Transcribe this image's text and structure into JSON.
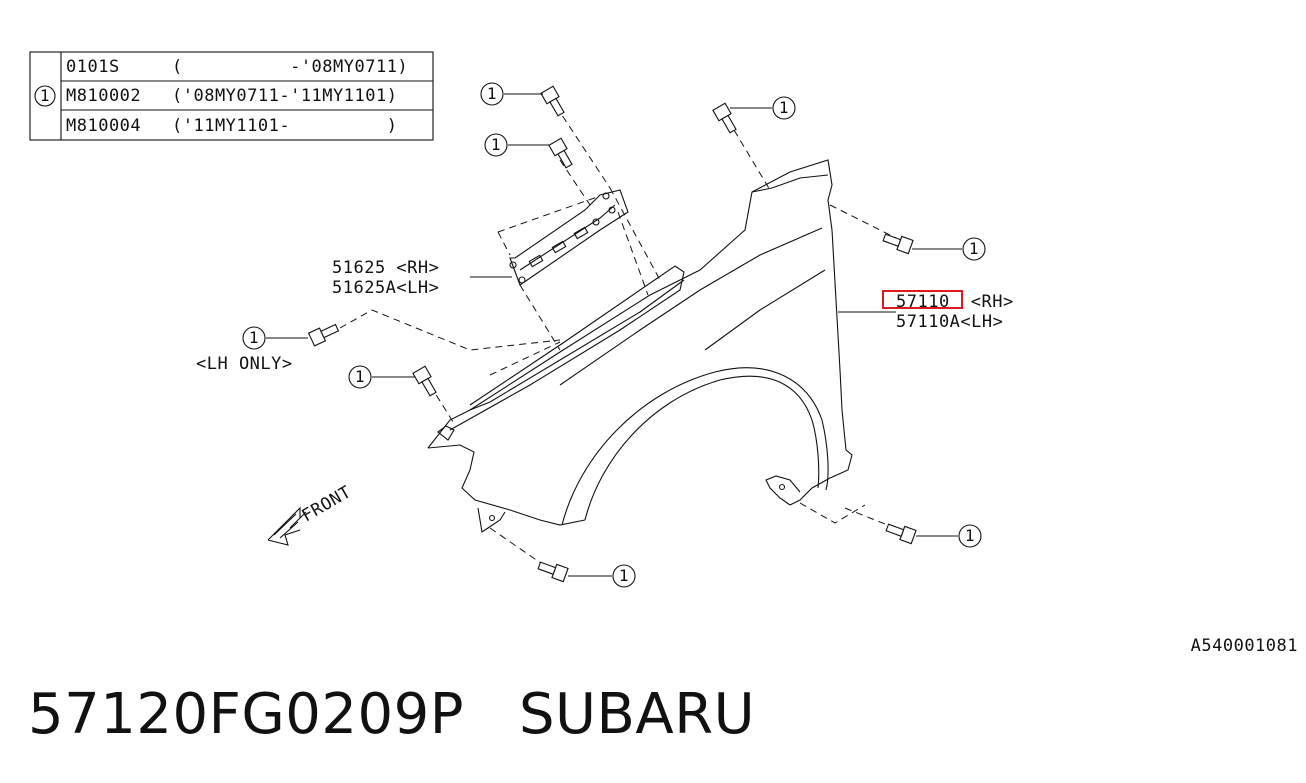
{
  "legend_table": {
    "ref": "1",
    "rows": [
      {
        "part": "0101S",
        "range": "(          -'08MY0711)"
      },
      {
        "part": "M810002",
        "range": "('08MY0711-'11MY1101)"
      },
      {
        "part": "M810004",
        "range": "('11MY1101-         )"
      }
    ]
  },
  "callouts": {
    "bolt_ref": "1",
    "bracket_rh": "51625 <RH>",
    "bracket_lh": "51625A<LH>",
    "fender_rh_code": "57110",
    "fender_rh_suffix": " <RH>",
    "fender_lh": "57110A<LH>",
    "lh_only": "<LH ONLY>",
    "front": "FRONT"
  },
  "diagram_id": "A540001081",
  "footer": {
    "part_number": "57120FG0209P",
    "brand": "SUBARU"
  },
  "colors": {
    "highlight": "#e0191e",
    "ink": "#111111"
  }
}
